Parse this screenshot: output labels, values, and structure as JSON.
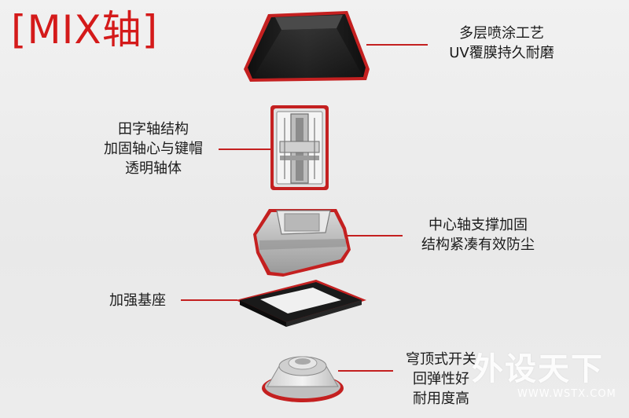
{
  "title": "[MIX轴]",
  "colors": {
    "accent": "#d41a1a",
    "text": "#1b1b1b",
    "background": "#ececec"
  },
  "components": [
    {
      "name": "keycap",
      "lines": [
        "多层喷涂工艺",
        "UV覆膜持久耐磨"
      ]
    },
    {
      "name": "stem",
      "lines": [
        "田字轴结构",
        "加固轴心与键帽",
        "透明轴体"
      ]
    },
    {
      "name": "housing",
      "lines": [
        "中心轴支撑加固",
        "结构紧凑有效防尘"
      ]
    },
    {
      "name": "base",
      "lines": [
        "加强基座"
      ]
    },
    {
      "name": "dome",
      "lines": [
        "穹顶式开关",
        "回弹性好",
        "耐用度高"
      ]
    }
  ],
  "watermark": {
    "text": "外设天下",
    "url": "WWW.WSTX.COM"
  }
}
